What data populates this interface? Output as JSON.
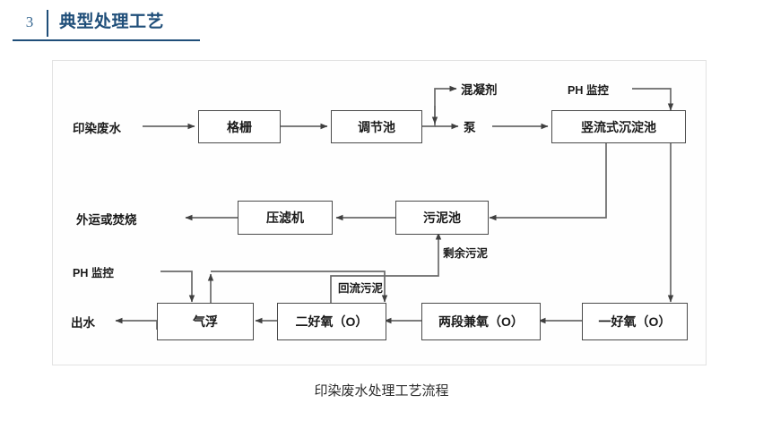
{
  "header": {
    "number": "3",
    "title": "典型处理工艺"
  },
  "figure": {
    "caption": "印染废水处理工艺流程",
    "nodes": [
      {
        "id": "grating",
        "label": "格栅"
      },
      {
        "id": "regulating",
        "label": "调节池"
      },
      {
        "id": "sedimentation",
        "label": "竖流式沉淀池"
      },
      {
        "id": "filterpress",
        "label": "压滤机"
      },
      {
        "id": "sludgepool",
        "label": "污泥池"
      },
      {
        "id": "flotation",
        "label": "气浮"
      },
      {
        "id": "aerobic2",
        "label": "二好氧（O）"
      },
      {
        "id": "facultative",
        "label": "两段兼氧（O）"
      },
      {
        "id": "aerobic1",
        "label": "一好氧（O）"
      }
    ],
    "labels": [
      {
        "id": "influent",
        "text": "印染废水"
      },
      {
        "id": "coagulant",
        "text": "混凝剂"
      },
      {
        "id": "pump",
        "text": "泵"
      },
      {
        "id": "ph-top",
        "text": "PH 监控"
      },
      {
        "id": "disposal",
        "text": "外运或焚烧"
      },
      {
        "id": "excess",
        "text": "剩余污泥"
      },
      {
        "id": "ph-bottom",
        "text": "PH 监控"
      },
      {
        "id": "returnsludge",
        "text": "回流污泥"
      },
      {
        "id": "effluent",
        "text": "出水"
      }
    ]
  },
  "colors": {
    "accent": "#1f4e79",
    "accent_light": "#3a6a93",
    "line": "#4a4a4a",
    "box_border": "#4a4a4a",
    "figure_border": "#e2e2e2"
  }
}
